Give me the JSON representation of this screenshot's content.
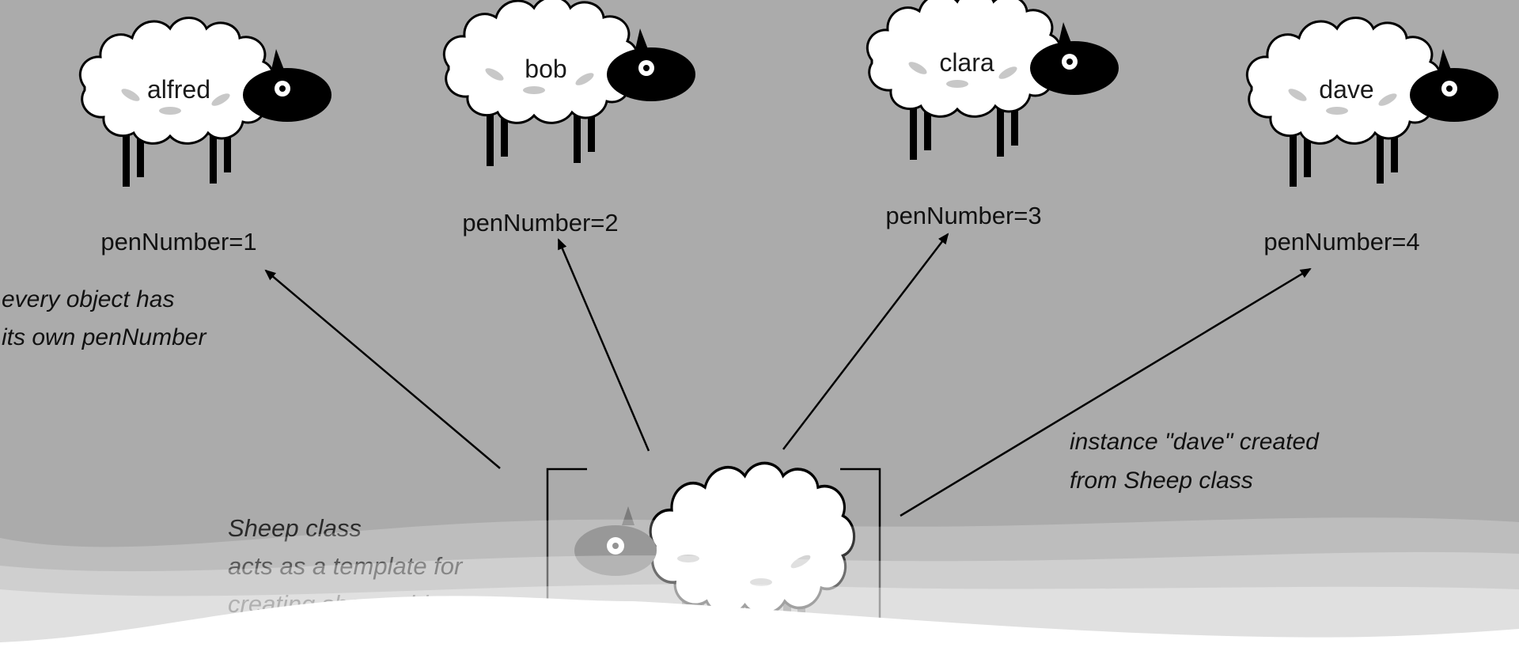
{
  "instances": [
    {
      "name": "alfred",
      "pen_label": "penNumber=1"
    },
    {
      "name": "bob",
      "pen_label": "penNumber=2"
    },
    {
      "name": "clara",
      "pen_label": "penNumber=3"
    },
    {
      "name": "dave",
      "pen_label": "penNumber=4"
    }
  ],
  "notes": {
    "every_object_line1": "every object has",
    "every_object_line2": "its own penNumber",
    "instance_line1": "instance \"dave\" created",
    "instance_line2": "from Sheep class",
    "class_line1": "Sheep class",
    "class_line2": "acts as a template for",
    "class_line3": "creating sheep objects"
  },
  "colors": {
    "background": "#ababab",
    "sheep_body": "#ffffff",
    "sheep_head": "#000000",
    "wave_light": "#ffffff"
  }
}
